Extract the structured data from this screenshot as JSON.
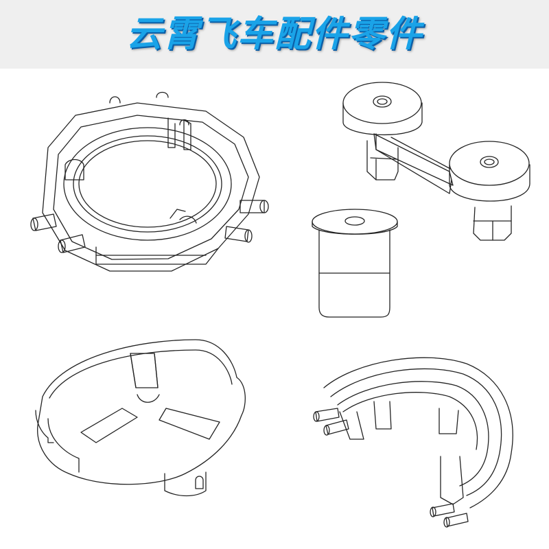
{
  "banner": {
    "title": "云霄飞车配件零件",
    "title_color": "#1aa3e8",
    "shadow_color": "#0b5fa8",
    "background": "#efefef"
  },
  "parts": [
    {
      "name": "octagonal-ring-bracket"
    },
    {
      "name": "double-hole-link-arm"
    },
    {
      "name": "flanged-bushing"
    },
    {
      "name": "three-slot-round-plate"
    },
    {
      "name": "curved-rail-segment"
    }
  ]
}
